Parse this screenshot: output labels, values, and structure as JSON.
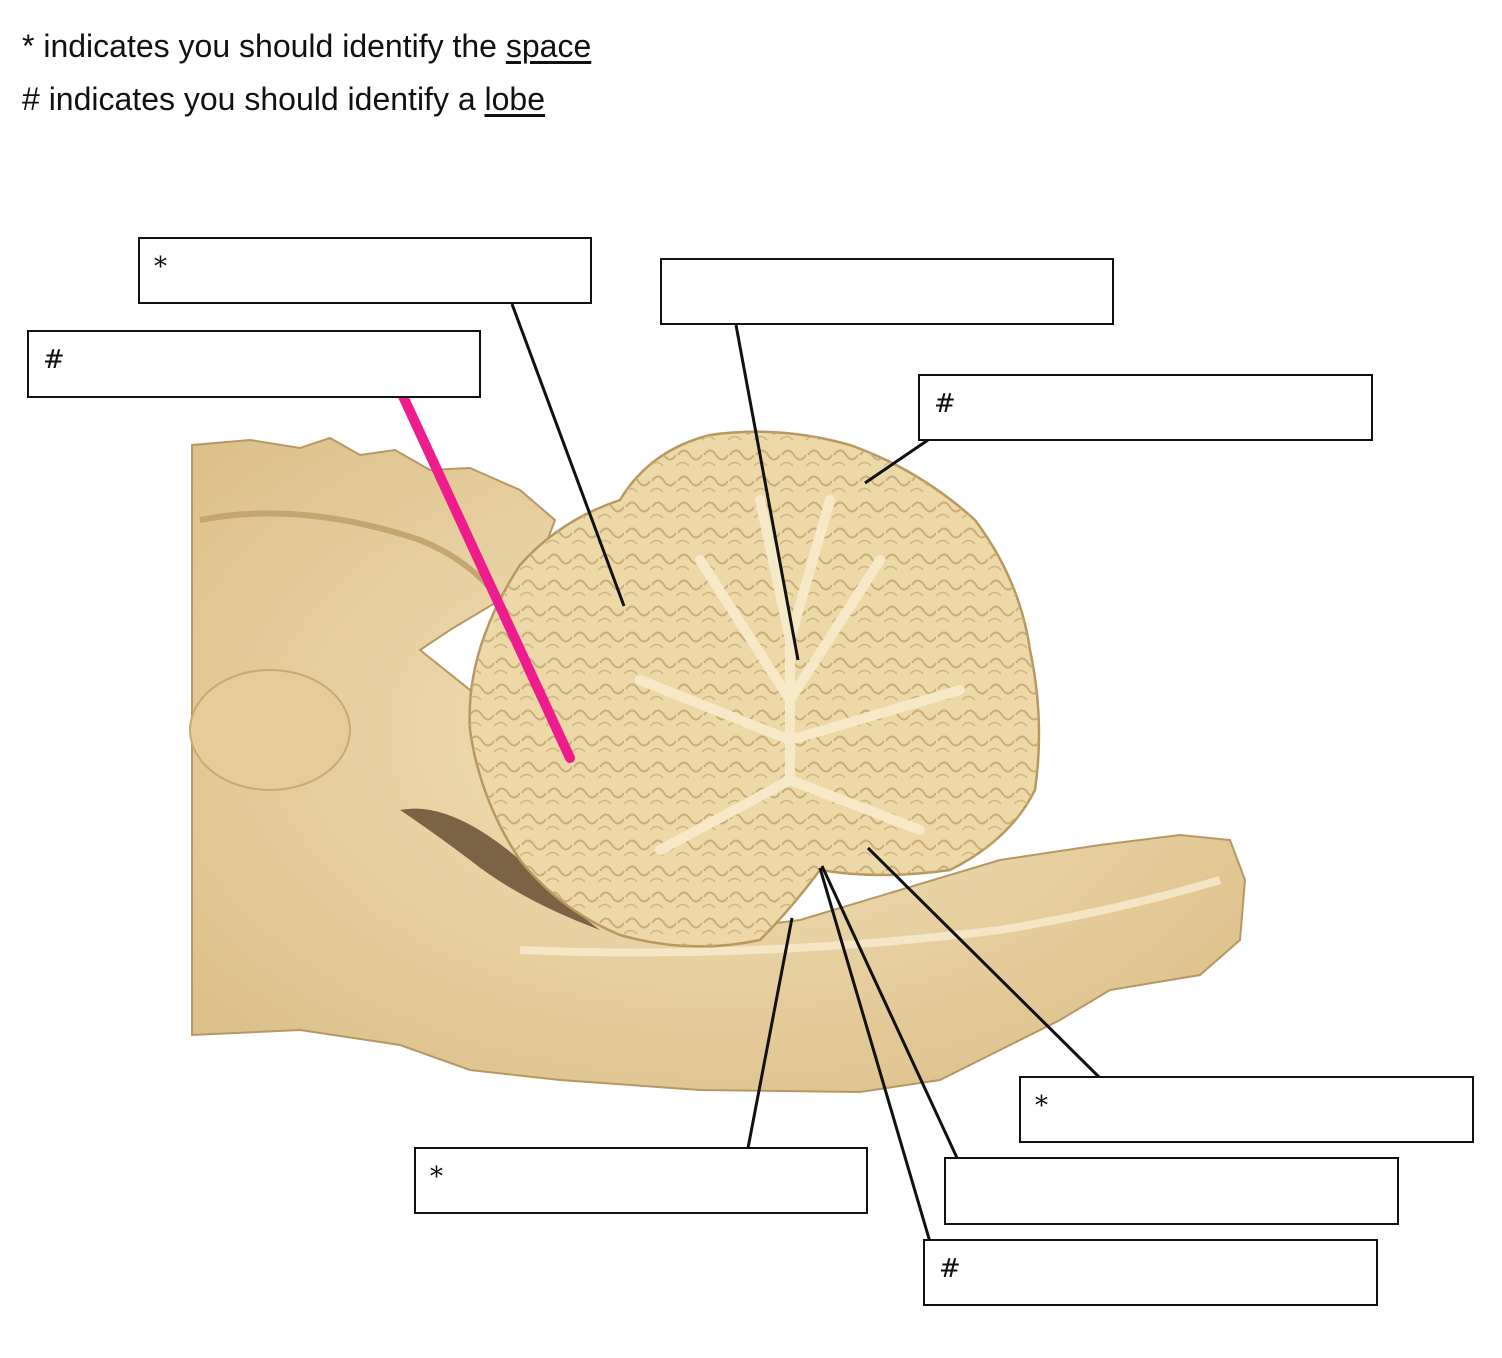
{
  "instructions": [
    {
      "prefix": "* indicates you should identify the ",
      "term": "space"
    },
    {
      "prefix": "# indicates you should identify a ",
      "term": "lobe"
    }
  ],
  "annotation": {
    "mark": "?",
    "color": "#ee1c8c"
  },
  "colors": {
    "specimen": "#e9d3a4",
    "specimen_dark": "#c9ac78",
    "line": "#111111"
  },
  "labels": [
    {
      "id": "label-top-left",
      "marker": "*"
    },
    {
      "id": "label-left",
      "marker": "#"
    },
    {
      "id": "label-top-center",
      "marker": ""
    },
    {
      "id": "label-right-top",
      "marker": "#"
    },
    {
      "id": "label-right-lower",
      "marker": "*"
    },
    {
      "id": "label-bottom-center",
      "marker": "*"
    },
    {
      "id": "label-bottom-right-1",
      "marker": ""
    },
    {
      "id": "label-bottom-right-2",
      "marker": "#"
    }
  ]
}
